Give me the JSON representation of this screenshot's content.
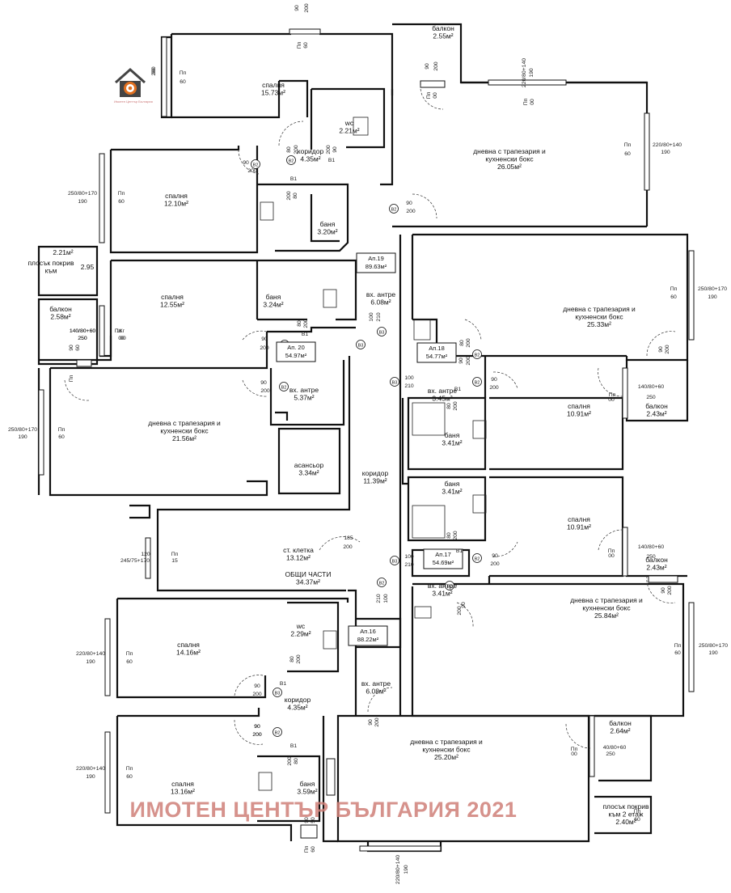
{
  "watermark": "ИМОТЕН ЦЕНТЪР БЪЛГАРИЯ 2021",
  "colors": {
    "walls": "#111111",
    "watermark": "#d08078",
    "logo": "#e07020"
  },
  "logo": {
    "icon": "house-target-icon",
    "text": "Имотен Център България"
  },
  "rooms": [
    {
      "id": "r1",
      "lines": [
        "спалня",
        "15.73м²"
      ]
    },
    {
      "id": "r2",
      "lines": [
        "wc",
        "2.21м²"
      ]
    },
    {
      "id": "r3",
      "lines": [
        "коридор",
        "4.35м²"
      ]
    },
    {
      "id": "r4",
      "lines": [
        "балкон",
        "2.55м²"
      ]
    },
    {
      "id": "r5",
      "lines": [
        "дневна с трапезария и",
        "кухненски бокс",
        "26.05м²"
      ]
    },
    {
      "id": "r6",
      "lines": [
        "спалня",
        "12.10м²"
      ]
    },
    {
      "id": "r7",
      "lines": [
        "баня",
        "3.20м²"
      ]
    },
    {
      "id": "r8",
      "lines": [
        "плосък покрив",
        "към"
      ]
    },
    {
      "id": "r9",
      "lines": [
        "2.21м²"
      ]
    },
    {
      "id": "r10",
      "lines": [
        "2.95"
      ]
    },
    {
      "id": "r11",
      "lines": [
        "спалня",
        "12.55м²"
      ]
    },
    {
      "id": "r12",
      "lines": [
        "баня",
        "3.24м²"
      ]
    },
    {
      "id": "r13",
      "lines": [
        "балкон",
        "2.58м²"
      ]
    },
    {
      "id": "r14",
      "lines": [
        "дневна с трапезария и",
        "кухненски бокс",
        "25.33м²"
      ]
    },
    {
      "id": "r15",
      "lines": [
        "вх. антре",
        "6.08м²"
      ]
    },
    {
      "id": "r16",
      "lines": [
        "вх. антре",
        "5.37м²"
      ]
    },
    {
      "id": "r17",
      "lines": [
        "дневна с трапезария и",
        "кухненски бокс",
        "21.56м²"
      ]
    },
    {
      "id": "r18",
      "lines": [
        "асансьор",
        "3.34м²"
      ]
    },
    {
      "id": "r19",
      "lines": [
        "коридор",
        "11.39м²"
      ]
    },
    {
      "id": "r20",
      "lines": [
        "вх. антре",
        "3.45м²"
      ]
    },
    {
      "id": "r21",
      "lines": [
        "баня",
        "3.41м²"
      ]
    },
    {
      "id": "r22",
      "lines": [
        "спалня",
        "10.91м²"
      ]
    },
    {
      "id": "r23",
      "lines": [
        "балкон",
        "2.43м²"
      ]
    },
    {
      "id": "r24",
      "lines": [
        "баня",
        "3.41м²"
      ]
    },
    {
      "id": "r25",
      "lines": [
        "спалня",
        "10.91м²"
      ]
    },
    {
      "id": "r26",
      "lines": [
        "балкон",
        "2.43м²"
      ]
    },
    {
      "id": "r27",
      "lines": [
        "ст. клетка",
        "13.12м²"
      ]
    },
    {
      "id": "r28",
      "lines": [
        "ОБЩИ ЧАСТИ",
        "34.37м²"
      ]
    },
    {
      "id": "r29",
      "lines": [
        "вх. антре",
        "3.41м²"
      ]
    },
    {
      "id": "r30",
      "lines": [
        "дневна с трапезария и",
        "кухненски бокс",
        "25.84м²"
      ]
    },
    {
      "id": "r31",
      "lines": [
        "спалня",
        "14.16м²"
      ]
    },
    {
      "id": "r32",
      "lines": [
        "wc",
        "2.29м²"
      ]
    },
    {
      "id": "r33",
      "lines": [
        "коридор",
        "4.35м²"
      ]
    },
    {
      "id": "r34",
      "lines": [
        "вх. антре",
        "6.08м²"
      ]
    },
    {
      "id": "r35",
      "lines": [
        "спалня",
        "13.16м²"
      ]
    },
    {
      "id": "r36",
      "lines": [
        "баня",
        "3.59м²"
      ]
    },
    {
      "id": "r37",
      "lines": [
        "дневна с трапезария и",
        "кухненски бокс",
        "25.20м²"
      ]
    },
    {
      "id": "r38",
      "lines": [
        "балкон",
        "2.64м²"
      ]
    },
    {
      "id": "r39",
      "lines": [
        "плосък покрив",
        "към 2 етаж",
        "2.40м²"
      ]
    }
  ],
  "apartments": [
    {
      "id": "a19",
      "lines": [
        "Ап.19",
        "89.63м²"
      ]
    },
    {
      "id": "a20",
      "lines": [
        "Ап. 20",
        "54.97м²"
      ]
    },
    {
      "id": "a18",
      "lines": [
        "Ап.18",
        "54.77м²"
      ]
    },
    {
      "id": "a17",
      "lines": [
        "Ап.17",
        "54.69м²"
      ]
    },
    {
      "id": "a16",
      "lines": [
        "Ап.16",
        "88.22м²"
      ]
    }
  ],
  "dimensions": [
    {
      "id": "d1",
      "text": "90"
    },
    {
      "id": "d2",
      "text": "200"
    },
    {
      "id": "d3",
      "text": "Пп"
    },
    {
      "id": "d4",
      "text": "60"
    },
    {
      "id": "d5",
      "text": "Пп"
    },
    {
      "id": "d6",
      "text": "60"
    },
    {
      "id": "d7",
      "text": "90"
    },
    {
      "id": "d8",
      "text": "200"
    },
    {
      "id": "d9",
      "text": "Пп"
    },
    {
      "id": "d10",
      "text": "00"
    },
    {
      "id": "d11",
      "text": "220/80+140"
    },
    {
      "id": "d12",
      "text": "190"
    },
    {
      "id": "d13",
      "text": "Пп"
    },
    {
      "id": "d14",
      "text": "00"
    },
    {
      "id": "d15",
      "text": "Пп"
    },
    {
      "id": "d16",
      "text": "60"
    },
    {
      "id": "d17",
      "text": "220/80+140"
    },
    {
      "id": "d18",
      "text": "190"
    },
    {
      "id": "d19",
      "text": "90"
    },
    {
      "id": "d20",
      "text": "200"
    },
    {
      "id": "d21",
      "text": "80"
    },
    {
      "id": "d22",
      "text": "200"
    },
    {
      "id": "d23",
      "text": "90"
    },
    {
      "id": "d24",
      "text": "200"
    },
    {
      "id": "d25",
      "text": "80"
    },
    {
      "id": "d26",
      "text": "200"
    },
    {
      "id": "d27",
      "text": "250/80+170"
    },
    {
      "id": "d28",
      "text": "190"
    },
    {
      "id": "d29",
      "text": "Пп"
    },
    {
      "id": "d30",
      "text": "60"
    },
    {
      "id": "d31",
      "text": "90"
    },
    {
      "id": "d32",
      "text": "200"
    },
    {
      "id": "d33",
      "text": "Пп"
    },
    {
      "id": "d34",
      "text": "60"
    },
    {
      "id": "d35",
      "text": "250/80+170"
    },
    {
      "id": "d36",
      "text": "190"
    },
    {
      "id": "d37",
      "text": "80"
    },
    {
      "id": "d38",
      "text": "200"
    },
    {
      "id": "d39",
      "text": "100"
    },
    {
      "id": "d40",
      "text": "210"
    },
    {
      "id": "d41",
      "text": "140/80+60"
    },
    {
      "id": "d42",
      "text": "250"
    },
    {
      "id": "d43",
      "text": "Пп"
    },
    {
      "id": "d44",
      "text": "00"
    },
    {
      "id": "d45",
      "text": "90"
    },
    {
      "id": "d46",
      "text": "200"
    },
    {
      "id": "d47",
      "text": "90"
    },
    {
      "id": "d48",
      "text": "200"
    },
    {
      "id": "d49",
      "text": "80"
    },
    {
      "id": "d50",
      "text": "200"
    },
    {
      "id": "d51",
      "text": "90"
    },
    {
      "id": "d52",
      "text": "200"
    },
    {
      "id": "d53",
      "text": "Пп"
    },
    {
      "id": "d54",
      "text": "00"
    },
    {
      "id": "d55",
      "text": "140/80+60"
    },
    {
      "id": "d56",
      "text": "250"
    },
    {
      "id": "d57",
      "text": "90"
    },
    {
      "id": "d58",
      "text": "200"
    },
    {
      "id": "d59",
      "text": "90"
    },
    {
      "id": "d60",
      "text": "200"
    },
    {
      "id": "d61",
      "text": "250/80+170"
    },
    {
      "id": "d62",
      "text": "190"
    },
    {
      "id": "d63",
      "text": "Пп"
    },
    {
      "id": "d64",
      "text": "60"
    },
    {
      "id": "d65",
      "text": "100"
    },
    {
      "id": "d66",
      "text": "210"
    },
    {
      "id": "d67",
      "text": "90"
    },
    {
      "id": "d68",
      "text": "200"
    },
    {
      "id": "d69",
      "text": "80"
    },
    {
      "id": "d70",
      "text": "200"
    },
    {
      "id": "d71",
      "text": "100"
    },
    {
      "id": "d72",
      "text": "210"
    },
    {
      "id": "d73",
      "text": "80"
    },
    {
      "id": "d74",
      "text": "200"
    },
    {
      "id": "d75",
      "text": "90"
    },
    {
      "id": "d76",
      "text": "200"
    },
    {
      "id": "d77",
      "text": "185"
    },
    {
      "id": "d78",
      "text": "200"
    },
    {
      "id": "d79",
      "text": "Пп"
    },
    {
      "id": "d80",
      "text": "00"
    },
    {
      "id": "d81",
      "text": "140/80+60"
    },
    {
      "id": "d82",
      "text": "250"
    },
    {
      "id": "d83",
      "text": "90"
    },
    {
      "id": "d84",
      "text": "200"
    },
    {
      "id": "d85",
      "text": "120"
    },
    {
      "id": "d86",
      "text": "245/75+170"
    },
    {
      "id": "d87",
      "text": "Пп"
    },
    {
      "id": "d88",
      "text": "15"
    },
    {
      "id": "d89",
      "text": "100"
    },
    {
      "id": "d90",
      "text": "210"
    },
    {
      "id": "d91",
      "text": "90"
    },
    {
      "id": "d92",
      "text": "200"
    },
    {
      "id": "d93",
      "text": "250/80+170"
    },
    {
      "id": "d94",
      "text": "190"
    },
    {
      "id": "d95",
      "text": "Пп"
    },
    {
      "id": "d96",
      "text": "60"
    },
    {
      "id": "d97",
      "text": "220/80+140"
    },
    {
      "id": "d98",
      "text": "190"
    },
    {
      "id": "d99",
      "text": "Пп"
    },
    {
      "id": "d100",
      "text": "60"
    },
    {
      "id": "d101",
      "text": "80"
    },
    {
      "id": "d102",
      "text": "200"
    },
    {
      "id": "d103",
      "text": "90"
    },
    {
      "id": "d104",
      "text": "200"
    },
    {
      "id": "d105",
      "text": "90"
    },
    {
      "id": "d106",
      "text": "200"
    },
    {
      "id": "d107",
      "text": "90"
    },
    {
      "id": "d108",
      "text": "200"
    },
    {
      "id": "d109",
      "text": "220/80+140"
    },
    {
      "id": "d110",
      "text": "190"
    },
    {
      "id": "d111",
      "text": "Пп"
    },
    {
      "id": "d112",
      "text": "60"
    },
    {
      "id": "d113",
      "text": "80"
    },
    {
      "id": "d114",
      "text": "200"
    },
    {
      "id": "d115",
      "text": "40/80+60"
    },
    {
      "id": "d116",
      "text": "250"
    },
    {
      "id": "d117",
      "text": "Пп"
    },
    {
      "id": "d118",
      "text": "00"
    },
    {
      "id": "d119",
      "text": "Пп"
    },
    {
      "id": "d120",
      "text": "60"
    },
    {
      "id": "d121",
      "text": "220/80+140"
    },
    {
      "id": "d122",
      "text": "190"
    },
    {
      "id": "d123",
      "text": "90"
    },
    {
      "id": "d124",
      "text": "50"
    },
    {
      "id": "d125",
      "text": "Пп"
    },
    {
      "id": "d126",
      "text": "60"
    },
    {
      "id": "d127",
      "text": "В1"
    },
    {
      "id": "d128",
      "text": "В1"
    },
    {
      "id": "d129",
      "text": "В1"
    },
    {
      "id": "d130",
      "text": "В1"
    },
    {
      "id": "d131",
      "text": "В1"
    },
    {
      "id": "d132",
      "text": "В1"
    },
    {
      "id": "d133",
      "text": "В1"
    },
    {
      "id": "d134",
      "text": "140/80+60"
    },
    {
      "id": "d135",
      "text": "250"
    },
    {
      "id": "d136",
      "text": "1Кг"
    },
    {
      "id": "d137",
      "text": "00"
    },
    {
      "id": "d138",
      "text": "90"
    },
    {
      "id": "d139",
      "text": "60"
    },
    {
      "id": "d140",
      "text": "Пп"
    },
    {
      "id": "d141",
      "text": "90"
    },
    {
      "id": "d142",
      "text": "200"
    }
  ],
  "door_tags": [
    "В2",
    "В2",
    "В2",
    "В2",
    "В2",
    "В3",
    "В2",
    "В3",
    "В3",
    "В2",
    "В2",
    "В3",
    "В2",
    "В3",
    "В2",
    "В2",
    "В2"
  ]
}
